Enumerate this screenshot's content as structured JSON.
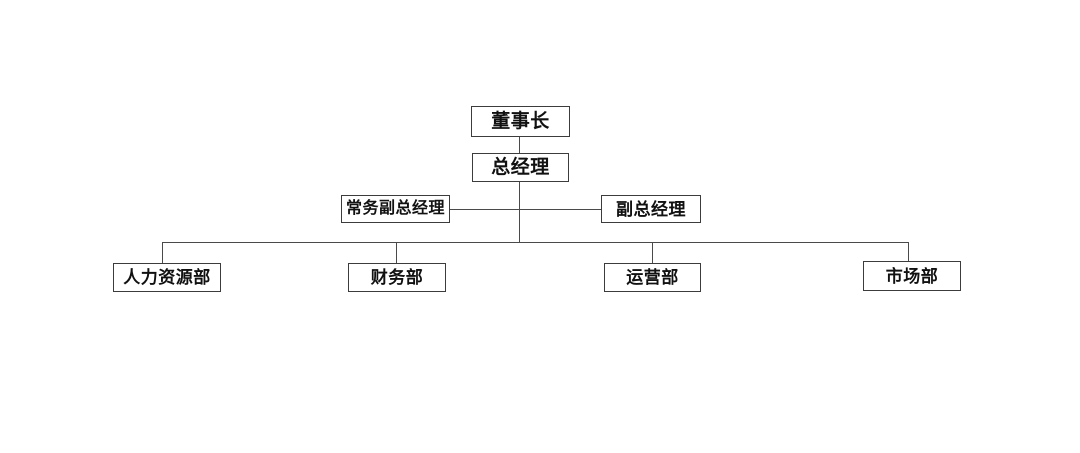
{
  "diagram": {
    "type": "organizational-chart",
    "title": "",
    "background_color": "#ffffff",
    "line_color": "#4a4a4a",
    "border_color": "#3c3c3c",
    "text_color": "#111111"
  },
  "nodes": {
    "chairman": {
      "label": "董事长",
      "level": 1
    },
    "general_manager": {
      "label": "总经理",
      "level": 2
    },
    "executive_deputy_gm": {
      "label": "常务副总经理",
      "level": 3
    },
    "deputy_gm": {
      "label": "副总经理",
      "level": 3
    },
    "hr_department": {
      "label": "人力资源部",
      "level": 4
    },
    "finance_department": {
      "label": "财务部",
      "level": 4
    },
    "operations_department": {
      "label": "运营部",
      "level": 4
    },
    "marketing_department": {
      "label": "市场部",
      "level": 4
    }
  },
  "hierarchy": [
    {
      "from": "chairman",
      "to": "general_manager"
    },
    {
      "from": "general_manager",
      "to": "executive_deputy_gm"
    },
    {
      "from": "general_manager",
      "to": "deputy_gm"
    },
    {
      "from": "general_manager",
      "to": "hr_department"
    },
    {
      "from": "general_manager",
      "to": "finance_department"
    },
    {
      "from": "general_manager",
      "to": "operations_department"
    },
    {
      "from": "general_manager",
      "to": "marketing_department"
    }
  ]
}
